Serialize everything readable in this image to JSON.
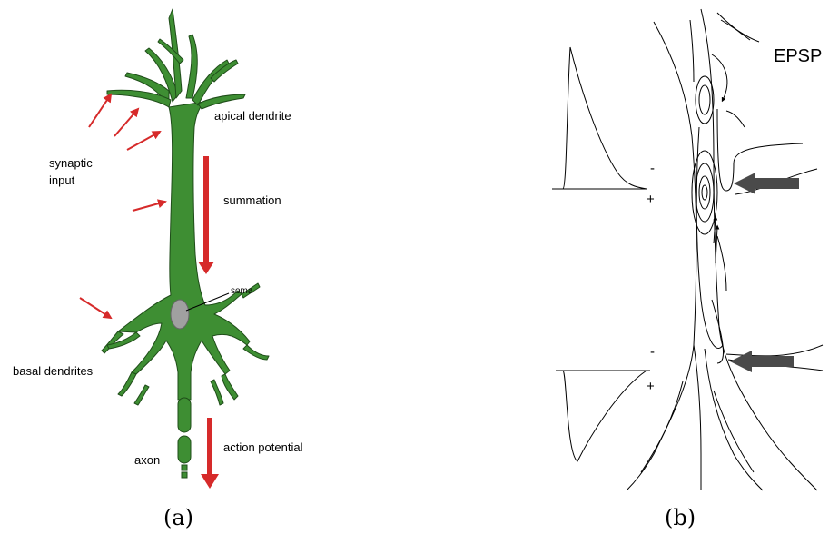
{
  "panel_a": {
    "caption": "(a)",
    "labels": {
      "apical": "apical dendrite",
      "synaptic": "synaptic",
      "input": "input",
      "summation": "summation",
      "soma": "soma",
      "basal": "basal dendrites",
      "axon": "axon",
      "action_potential": "action potential"
    },
    "colors": {
      "neuron_fill": "#3e8e33",
      "arrow": "#d62a2a",
      "soma": "#a0a0a0"
    }
  },
  "panel_b": {
    "caption": "(b)",
    "labels": {
      "epsp": "EPSP",
      "minus_top": "-",
      "plus_top": "+",
      "minus_bottom": "-",
      "plus_bottom": "+"
    },
    "colors": {
      "arrow": "#4a4a4a"
    }
  }
}
